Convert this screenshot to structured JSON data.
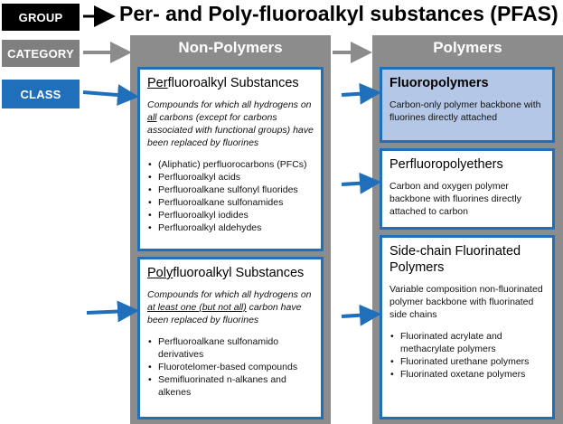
{
  "labels": {
    "group": "GROUP",
    "category": "CATEGORY",
    "class": "CLASS"
  },
  "title": "Per- and Poly-fluoroalkyl substances (PFAS)",
  "categories": {
    "non_polymers": "Non-Polymers",
    "polymers": "Polymers"
  },
  "classes": {
    "perfluoroalkyl": {
      "title_underlined": "Per",
      "title_rest": "fluoroalkyl Substances",
      "desc_1": "Compounds for which all hydrogens on ",
      "desc_u": "all",
      "desc_2": " carbons (except for carbons associated with functional groups) have been replaced by fluorines",
      "items": [
        "(Aliphatic) perfluorocarbons (PFCs)",
        "Perfluoroalkyl acids",
        "Perfluoroalkane sulfonyl fluorides",
        "Perfluoroalkane sulfonamides",
        "Perfluoroalkyl iodides",
        "Perfluoroalkyl aldehydes"
      ]
    },
    "polyfluoroalkyl": {
      "title_underlined": "Poly",
      "title_rest": "fluoroalkyl Substances",
      "desc_1": "Compounds for which all hydrogens on ",
      "desc_u": "at least one (but not all)",
      "desc_2": " carbon have been replaced by fluorines",
      "items": [
        "Perfluoroalkane sulfonamido derivatives",
        "Fluorotelomer-based compounds",
        "Semifluorinated n-alkanes and alkenes"
      ]
    },
    "fluoropolymers": {
      "title": "Fluoropolymers",
      "desc": "Carbon-only polymer backbone with fluorines directly attached"
    },
    "perfluoropolyethers": {
      "title": "Perfluoropolyethers",
      "desc": "Carbon and oxygen polymer backbone with fluorines directly attached to carbon"
    },
    "sidechain": {
      "title": "Side-chain Fluorinated Polymers",
      "desc": "Variable composition non-fluorinated polymer backbone with fluorinated side chains",
      "items": [
        "Fluorinated acrylate and methacrylate polymers",
        "Fluorinated urethane polymers",
        "Fluorinated oxetane polymers"
      ]
    }
  },
  "colors": {
    "group": "#000000",
    "category": "#7f7f7f",
    "class": "#1f6fba",
    "column": "#8c8c8c",
    "highlight_box": "#b4c7e7"
  }
}
